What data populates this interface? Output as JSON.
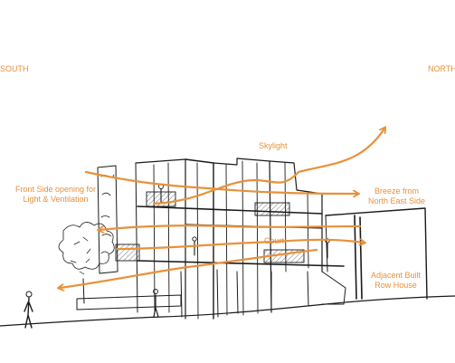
{
  "compass": {
    "left": "SOUTH",
    "right": "NORTH"
  },
  "labels": {
    "skylight": "Skylight",
    "front_opening_line1": "Front Side opening for",
    "front_opening_line2": "Light & Ventilation",
    "breeze_line1": "Breeze from",
    "breeze_line2": "North East Side",
    "court": "Court",
    "adjacent_line1": "Adjacent Built",
    "adjacent_line2": "Row House"
  },
  "colors": {
    "annotation": "#e8913a",
    "ink": "#1a1a1a"
  }
}
